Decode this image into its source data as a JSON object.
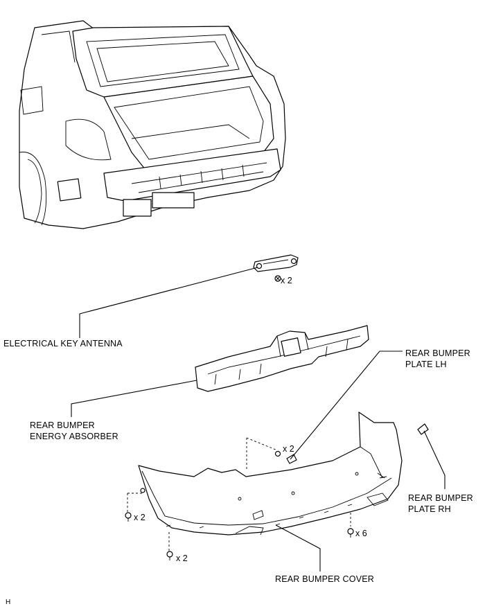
{
  "labels": {
    "electrical_key_antenna": "ELECTRICAL KEY ANTENNA",
    "rear_bumper_plate_lh": [
      "REAR BUMPER",
      "PLATE LH"
    ],
    "rear_bumper_energy_absorber": [
      "REAR BUMPER",
      "ENERGY ABSORBER"
    ],
    "rear_bumper_plate_rh": [
      "REAR BUMPER",
      "PLATE RH"
    ],
    "rear_bumper_cover": "REAR BUMPER COVER"
  },
  "quantities": {
    "antenna_nuts": "x 2",
    "plate_lh_clips": "x 2",
    "side_screws": "x 2",
    "bottom_screws": "x 2",
    "lower_clips": "x 6"
  },
  "footer_code": "H"
}
